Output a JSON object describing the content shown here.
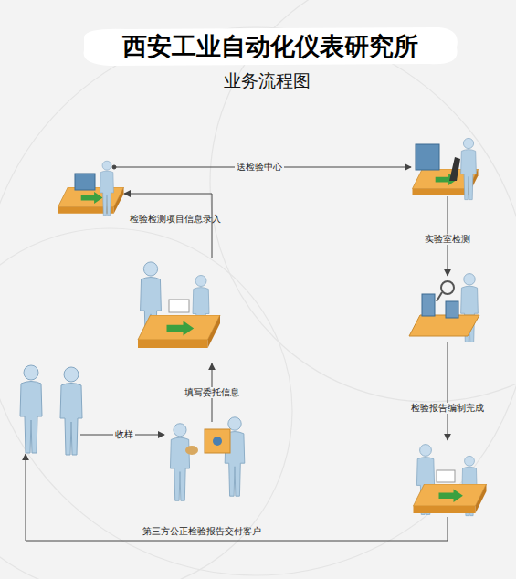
{
  "diagram": {
    "title": "西安工业自动化仪表研究所",
    "labels": [
      "业务流程图",
      "送检验中心",
      "检验检测项目信息录入",
      "实验室检测",
      "填写委托信息",
      "检验报告编制完成",
      "收样",
      "第三方公正检验报告交付客户"
    ]
  }
}
